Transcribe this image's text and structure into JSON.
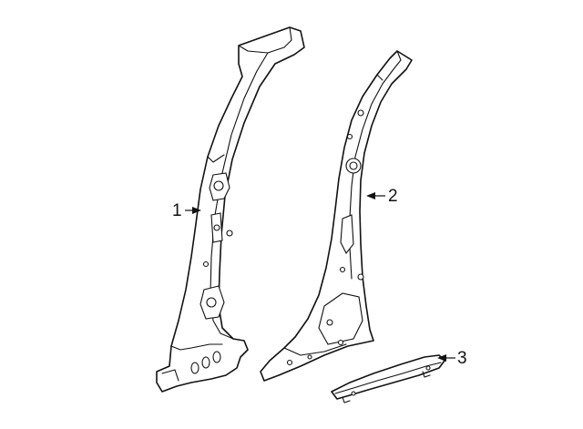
{
  "callouts": [
    {
      "id": "1",
      "label": "1"
    },
    {
      "id": "2",
      "label": "2"
    },
    {
      "id": "3",
      "label": "3"
    }
  ],
  "colors": {
    "line": "#111111",
    "background": "#ffffff"
  }
}
